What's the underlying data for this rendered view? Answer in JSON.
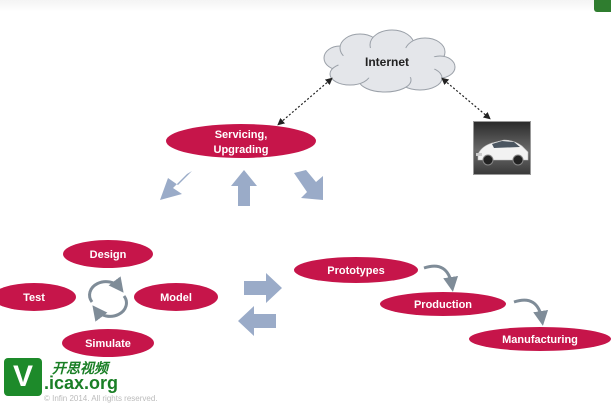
{
  "colors": {
    "node_fill": "#c6154a",
    "arrow_fill": "#9aabc8",
    "cloud_fill": "#e4e6ea",
    "logo_green": "#1a7f26"
  },
  "internet": {
    "label": "Internet"
  },
  "servicing": {
    "line1": "Servicing,",
    "line2": "Upgrading"
  },
  "cycle": {
    "design": "Design",
    "test": "Test",
    "model": "Model",
    "simulate": "Simulate"
  },
  "pipeline": {
    "prototypes": "Prototypes",
    "production": "Production",
    "manufacturing": "Manufacturing"
  },
  "icons": {
    "car": "car-photo",
    "cycle": "cycle-arrows-icon",
    "curved": "curved-arrow-icon"
  },
  "watermark": {
    "logo_letter": "V",
    "cn_text": "开思视频",
    "url": ".icax.org",
    "copyright": "© Infin 2014. All rights reserved."
  }
}
